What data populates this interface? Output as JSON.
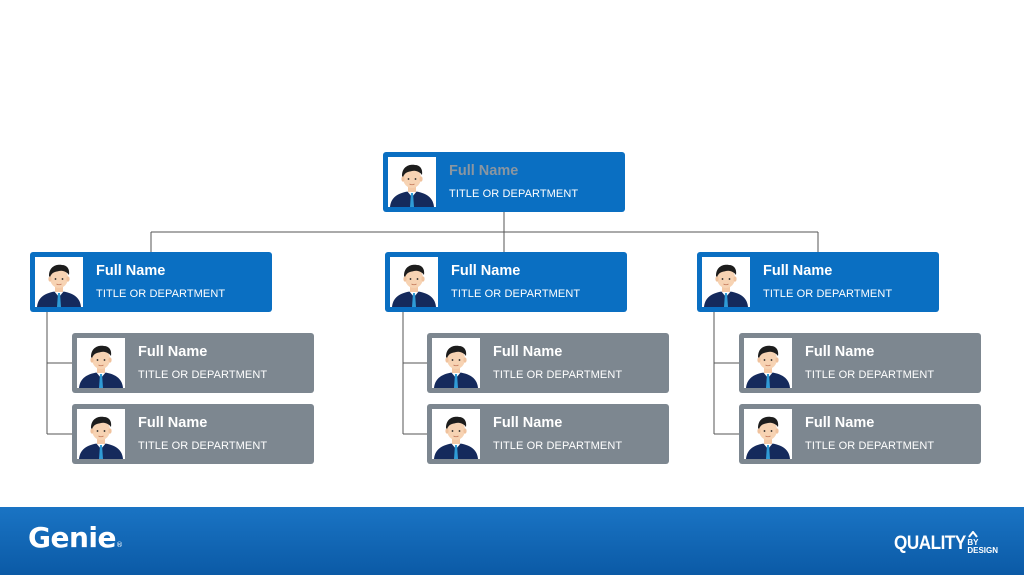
{
  "nodes": {
    "ceo": {
      "name": "Full Name",
      "title": "TITLE OR DEPARTMENT"
    },
    "m1": {
      "name": "Full Name",
      "title": "TITLE OR DEPARTMENT"
    },
    "m2": {
      "name": "Full Name",
      "title": "TITLE OR DEPARTMENT"
    },
    "m3": {
      "name": "Full Name",
      "title": "TITLE OR DEPARTMENT"
    },
    "m1r1": {
      "name": "Full Name",
      "title": "TITLE OR DEPARTMENT"
    },
    "m1r2": {
      "name": "Full Name",
      "title": "TITLE OR DEPARTMENT"
    },
    "m2r1": {
      "name": "Full Name",
      "title": "TITLE OR DEPARTMENT"
    },
    "m2r2": {
      "name": "Full Name",
      "title": "TITLE OR DEPARTMENT"
    },
    "m3r1": {
      "name": "Full Name",
      "title": "TITLE OR DEPARTMENT"
    },
    "m3r2": {
      "name": "Full Name",
      "title": "TITLE OR DEPARTMENT"
    }
  },
  "footer": {
    "logo": "Genie",
    "logo_mark": "®",
    "tagline_main": "QUALITY",
    "tagline_by": "BY",
    "tagline_design": "DESIGN"
  },
  "colors": {
    "leader_card": "#0a6fc2",
    "report_card": "#7d8790",
    "connector": "#555555",
    "footer": "#0b5aa6"
  },
  "icons": {
    "avatar": "person-avatar-icon",
    "tagline": "chevron-up-icon"
  }
}
